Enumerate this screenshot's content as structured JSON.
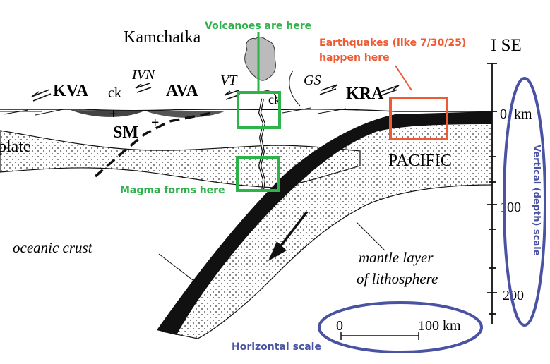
{
  "labels": {
    "kamchatka": "Kamchatka",
    "ise": "I SE",
    "kva": "KVA",
    "ck1": "ck",
    "ivn": "IVN",
    "ava": "AVA",
    "vt": "VT",
    "ck2": "ck",
    "gs": "GS",
    "kra": "KRA",
    "sm": "SM",
    "plate": "plate",
    "pacific": "PACIFIC",
    "oceanic_crust": "oceanic crust",
    "mantle_line1": "mantle layer",
    "mantle_line2": "of lithosphere"
  },
  "depth_scale": {
    "tick_0": "0, km",
    "tick_100": "100",
    "tick_200": "200"
  },
  "horizontal_scale": {
    "start": "0",
    "end": "100 km"
  },
  "annotations": {
    "volcanoes": "Volcanoes are here",
    "magma": "Magma forms here",
    "earthquakes_line1": "Earthquakes (like 7/30/25)",
    "earthquakes_line2": "happen here",
    "vertical_scale": "Vertical (depth) scale",
    "horizontal_scale": "Horizontal scale"
  },
  "colors": {
    "green": "#2eb24a",
    "orange": "#ee5a32",
    "blue": "#4a52a4",
    "black": "#111111"
  }
}
